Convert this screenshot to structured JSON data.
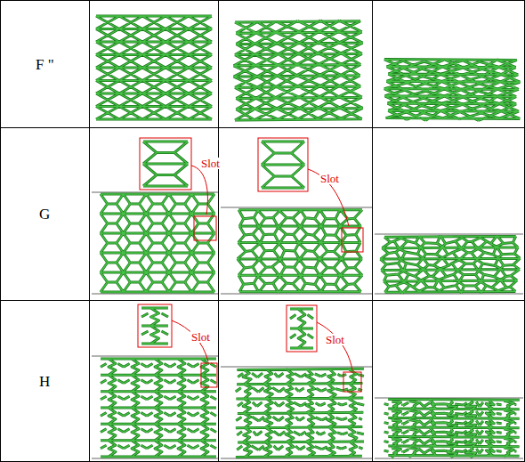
{
  "diagram": {
    "labels": [
      "F \"",
      "G",
      "Slot",
      "Slot",
      "H",
      "Slot",
      "Slot"
    ]
  }
}
